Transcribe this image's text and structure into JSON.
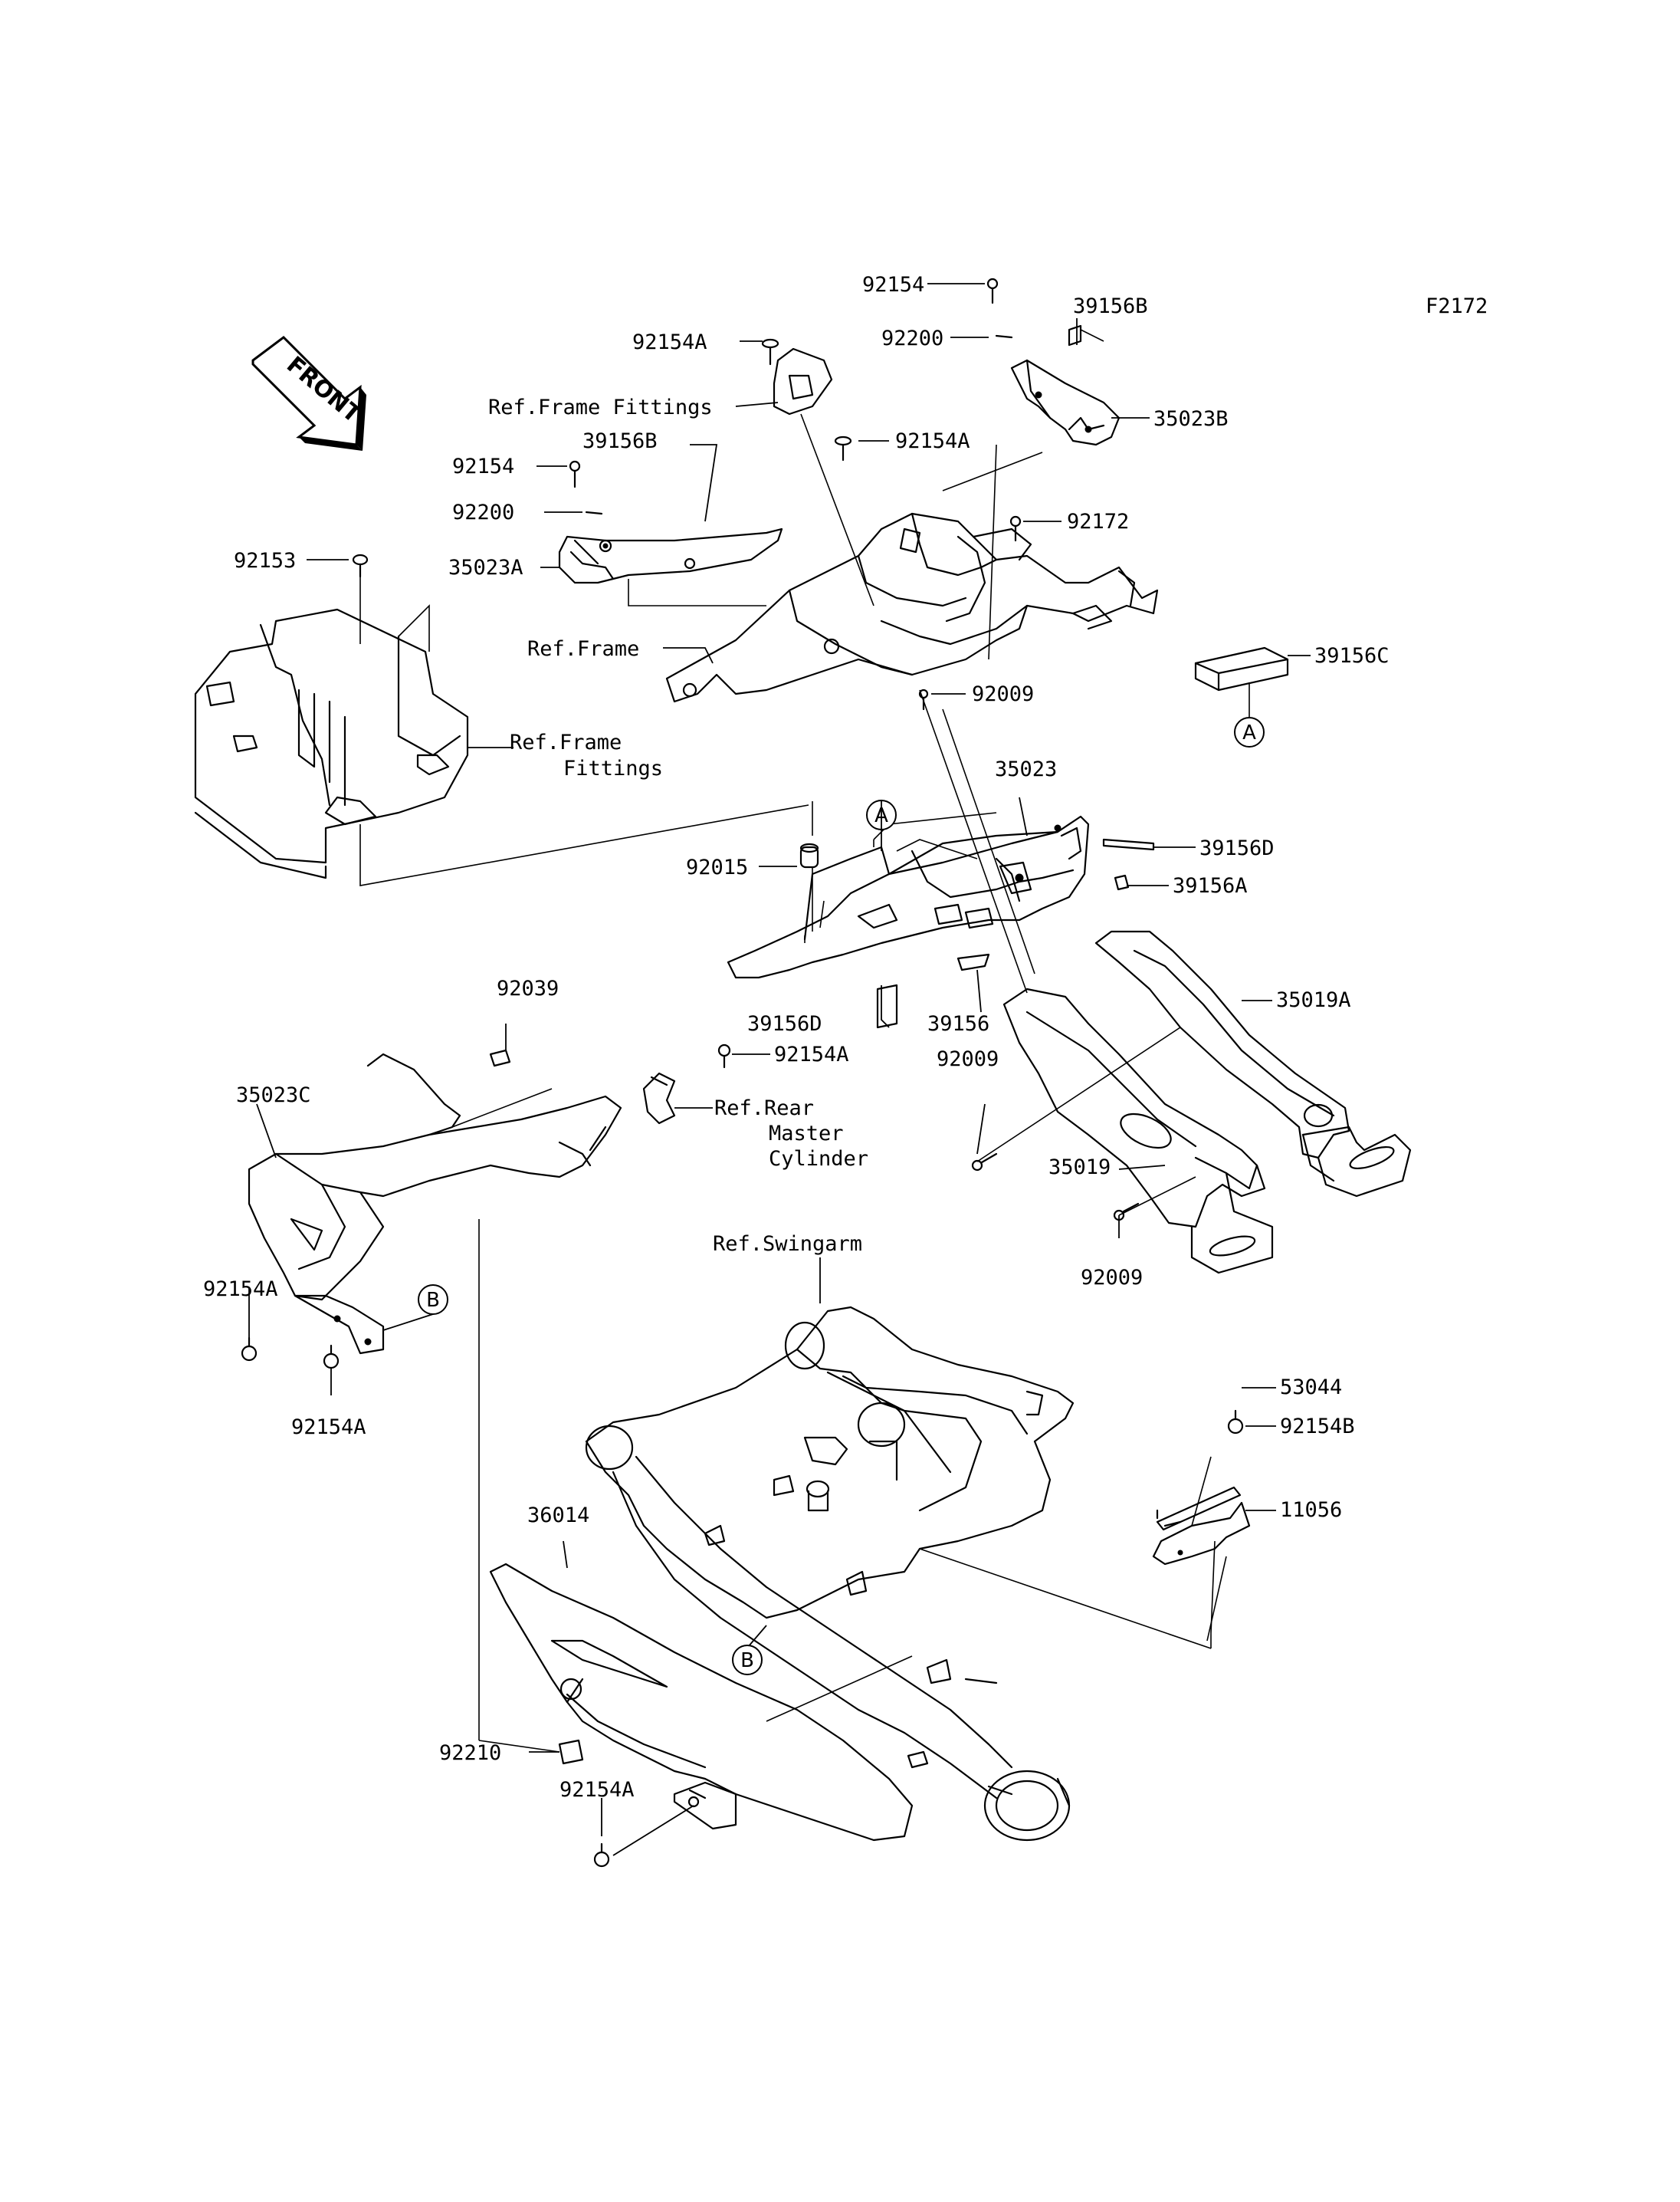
{
  "diagram_code": "F2172",
  "front_label": "FRONT",
  "callouts": [
    {
      "id": "c01",
      "text": "92154"
    },
    {
      "id": "c02",
      "text": "39156B"
    },
    {
      "id": "c03",
      "text": "92200"
    },
    {
      "id": "c04",
      "text": "92154A"
    },
    {
      "id": "c05",
      "text": "35023B"
    },
    {
      "id": "c06",
      "text": "Ref.Frame Fittings"
    },
    {
      "id": "c07",
      "text": "39156B"
    },
    {
      "id": "c08",
      "text": "92154A"
    },
    {
      "id": "c09",
      "text": "92154"
    },
    {
      "id": "c10",
      "text": "92200"
    },
    {
      "id": "c11",
      "text": "92172"
    },
    {
      "id": "c12",
      "text": "92153"
    },
    {
      "id": "c13",
      "text": "35023A"
    },
    {
      "id": "c14",
      "text": "Ref.Frame"
    },
    {
      "id": "c15",
      "text": "39156C"
    },
    {
      "id": "c16",
      "text": "92009"
    },
    {
      "id": "c17",
      "text": "Ref.Frame"
    },
    {
      "id": "c18",
      "text": "Fittings"
    },
    {
      "id": "c19",
      "text": "35023"
    },
    {
      "id": "c20",
      "text": "39156D"
    },
    {
      "id": "c21",
      "text": "92015"
    },
    {
      "id": "c22",
      "text": "39156A"
    },
    {
      "id": "c23",
      "text": "35019A"
    },
    {
      "id": "c24",
      "text": "92039"
    },
    {
      "id": "c25",
      "text": "39156D"
    },
    {
      "id": "c26",
      "text": "39156"
    },
    {
      "id": "c27",
      "text": "92154A"
    },
    {
      "id": "c28",
      "text": "92009"
    },
    {
      "id": "c29",
      "text": "35023C"
    },
    {
      "id": "c30",
      "text": "Ref.Rear"
    },
    {
      "id": "c31",
      "text": "Master"
    },
    {
      "id": "c32",
      "text": "Cylinder"
    },
    {
      "id": "c33",
      "text": "35019"
    },
    {
      "id": "c34",
      "text": "92009"
    },
    {
      "id": "c35",
      "text": "Ref.Swingarm"
    },
    {
      "id": "c36",
      "text": "92154A"
    },
    {
      "id": "c37",
      "text": "92154A"
    },
    {
      "id": "c38",
      "text": "53044"
    },
    {
      "id": "c39",
      "text": "92154B"
    },
    {
      "id": "c40",
      "text": "11056"
    },
    {
      "id": "c41",
      "text": "36014"
    },
    {
      "id": "c42",
      "text": "92210"
    },
    {
      "id": "c43",
      "text": "92154A"
    }
  ],
  "markers": [
    {
      "id": "m1",
      "letter": "A"
    },
    {
      "id": "m2",
      "letter": "A"
    },
    {
      "id": "m3",
      "letter": "B"
    },
    {
      "id": "m4",
      "letter": "B"
    }
  ]
}
